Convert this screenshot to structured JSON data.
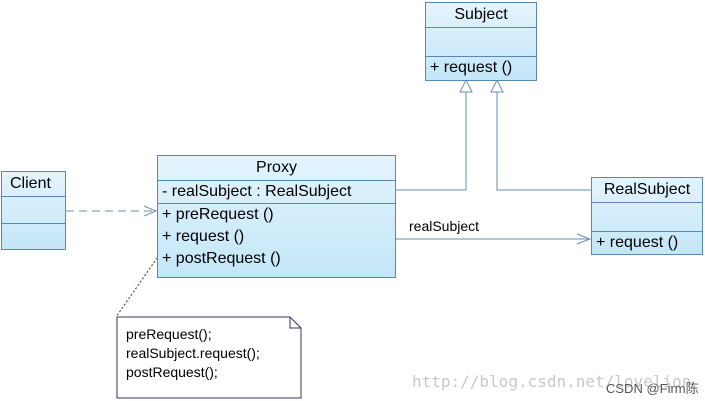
{
  "subject": {
    "name": "Subject",
    "operations": [
      "+  request ()"
    ]
  },
  "proxy": {
    "name": "Proxy",
    "attributes": [
      "-  realSubject  : RealSubject"
    ],
    "operations": [
      "+  preRequest ()",
      "+  request ()",
      "+  postRequest ()"
    ]
  },
  "real_subject": {
    "name": "RealSubject",
    "operations": [
      "+  request ()"
    ]
  },
  "client": {
    "name": "Client"
  },
  "association_label": "realSubject",
  "note": {
    "lines": [
      "preRequest();",
      "realSubject.request();",
      "postRequest();"
    ]
  },
  "watermark": {
    "url": "http://blog.csdn.net/lovelion",
    "credit": "CSDN @Firm陈"
  },
  "colors": {
    "class_fill_top": "#e4f4fd",
    "class_fill_bottom": "#c3e6f8",
    "class_border": "#5a88b4",
    "arrow": "#6a8fb5",
    "note_border": "#333366"
  }
}
